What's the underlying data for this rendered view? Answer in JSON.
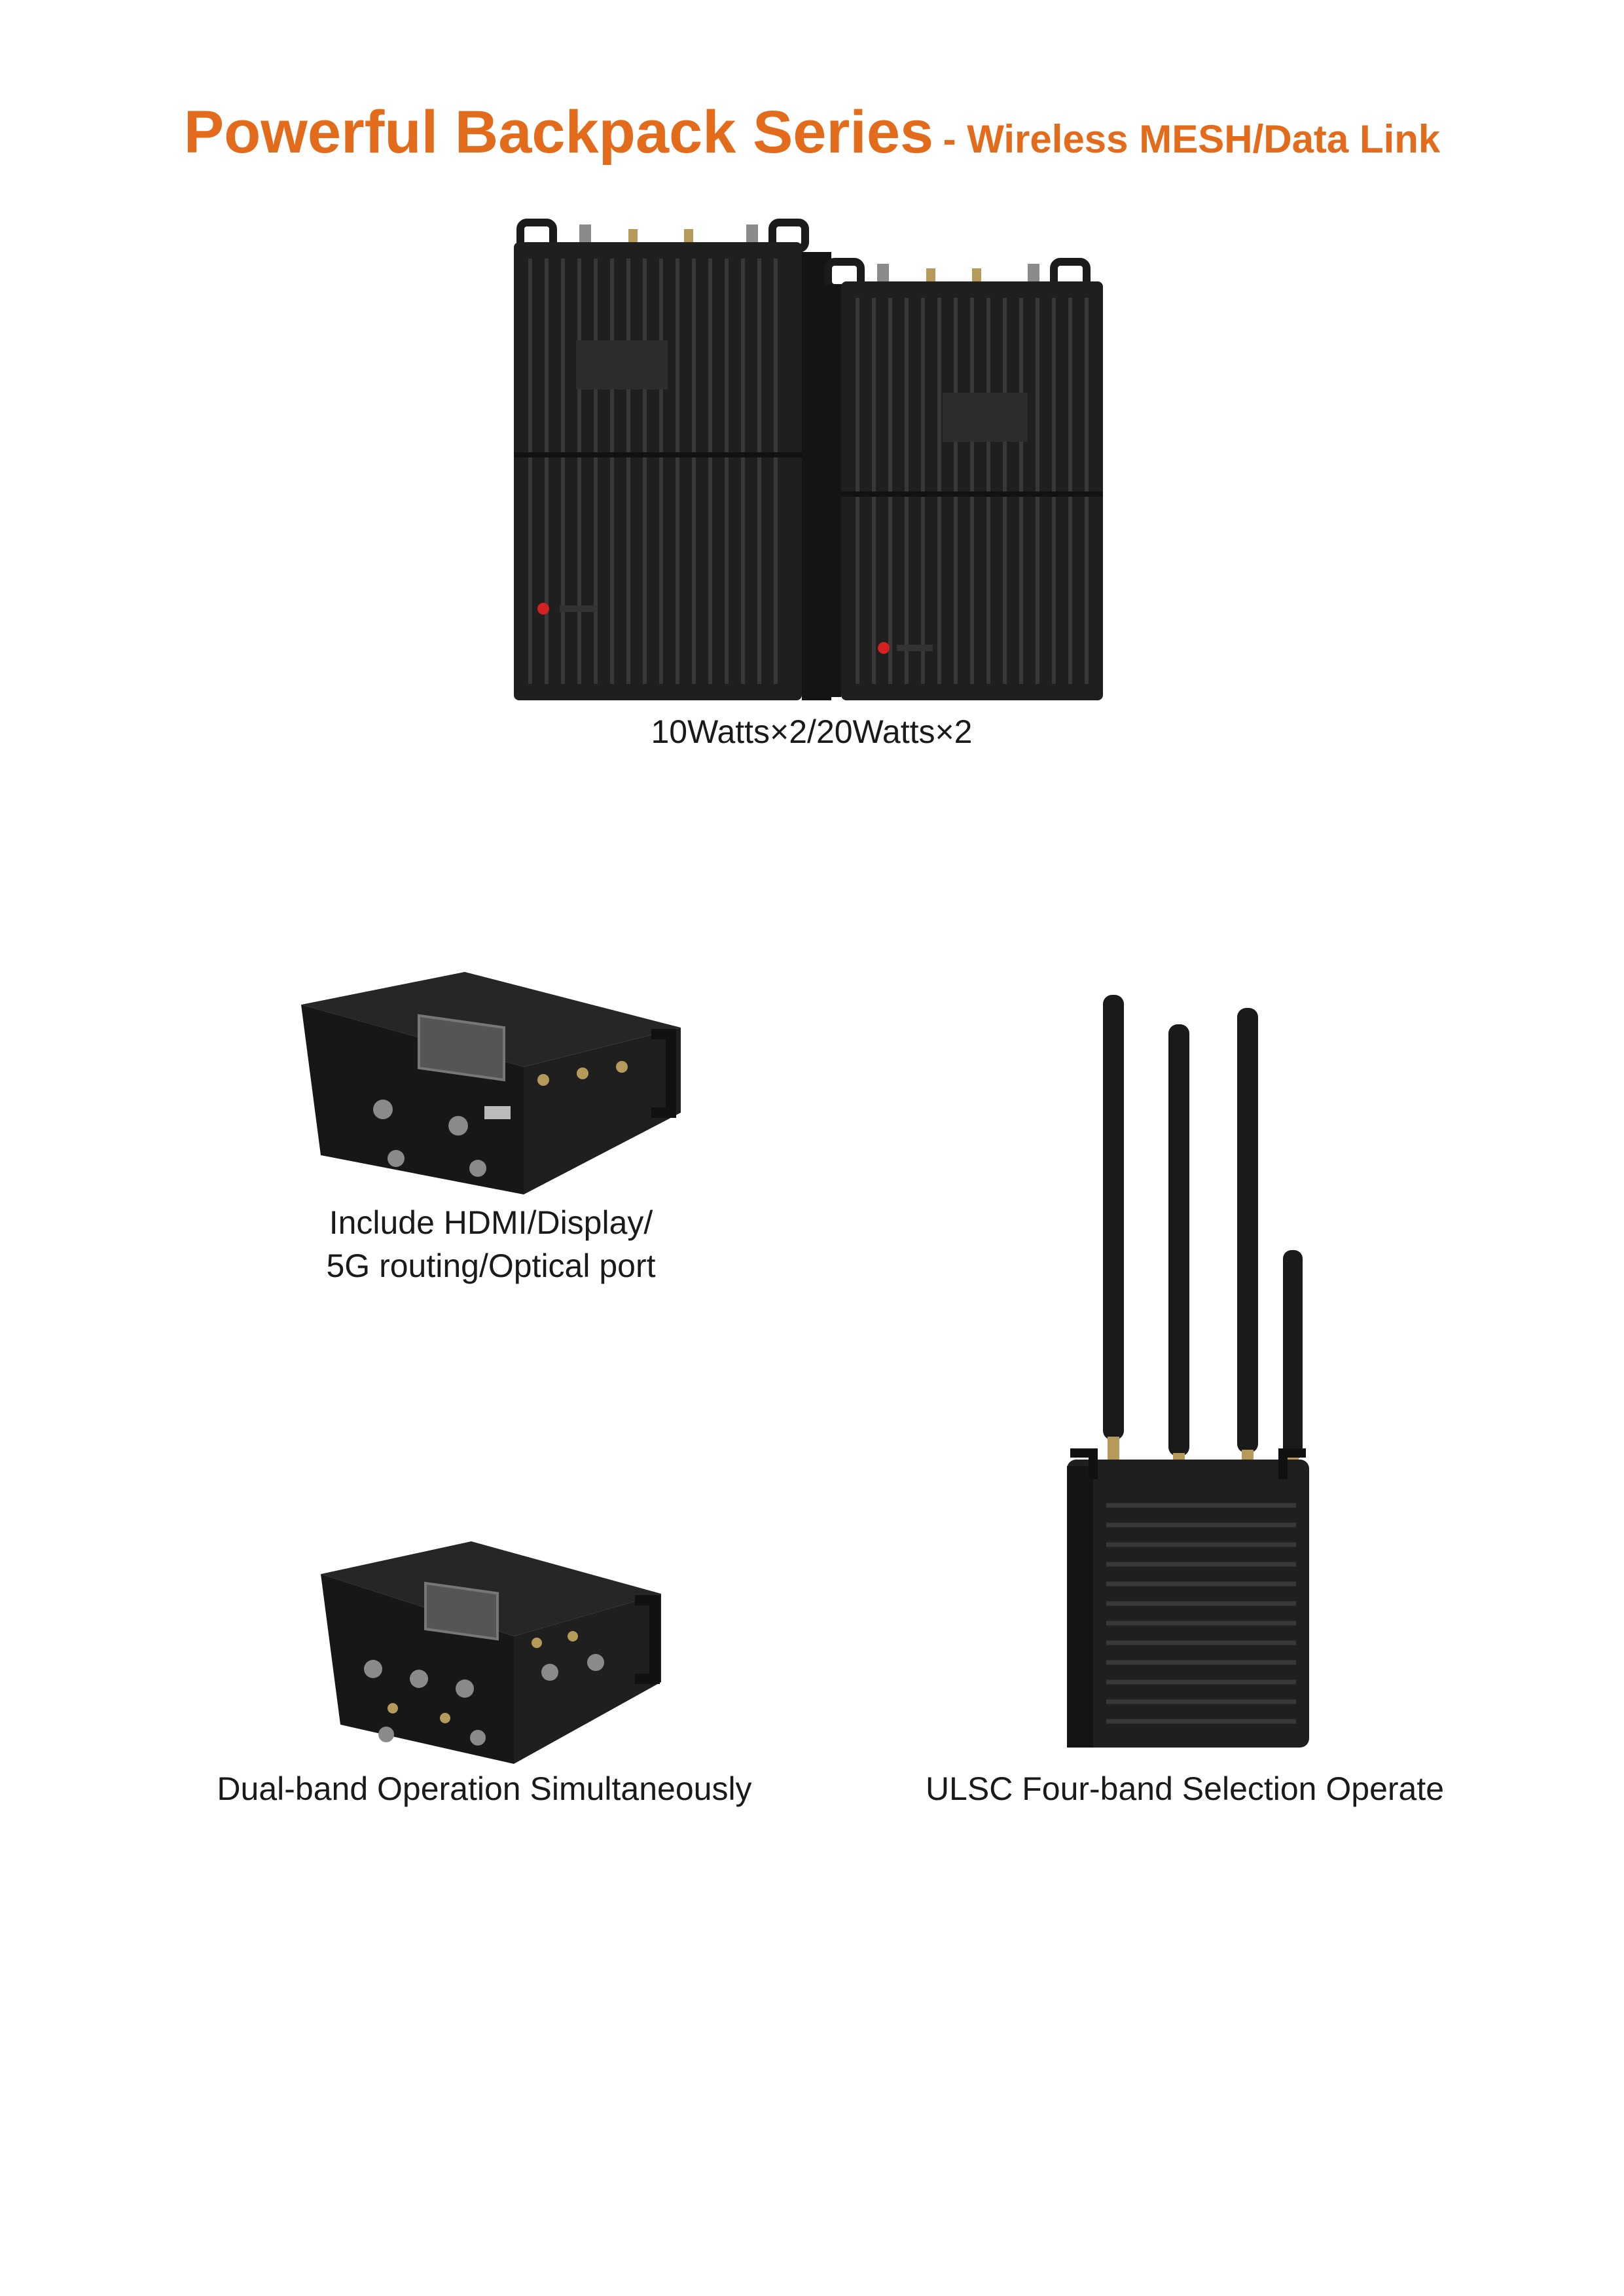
{
  "header": {
    "title": "Powerful Backpack Series",
    "subtitle": "- Wireless MESH/Data Link",
    "accent_color": "#e36c1c"
  },
  "products": [
    {
      "id": "backpack-pair",
      "caption": "10Watts×2/20Watts×2"
    },
    {
      "id": "hdmi-unit",
      "caption_lines": [
        "Include HDMI/Display/",
        "5G routing/Optical port"
      ]
    },
    {
      "id": "dual-band-unit",
      "caption": "Dual-band Operation Simultaneously"
    },
    {
      "id": "four-band-unit",
      "caption": "ULSC Four-band Selection Operate"
    }
  ],
  "icons": {
    "backpack": "backpack-radio-icon",
    "desktop": "desktop-radio-icon",
    "antenna": "antenna-radio-icon"
  }
}
